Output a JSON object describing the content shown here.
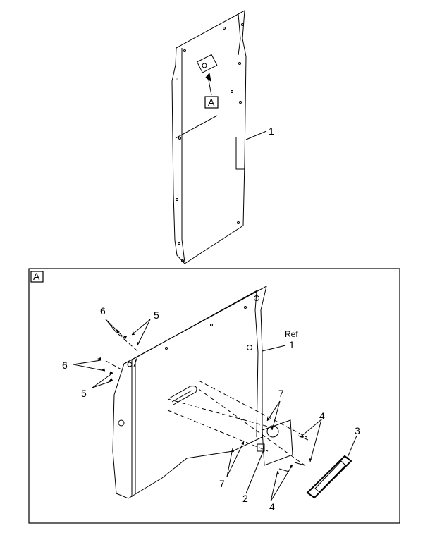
{
  "callouts": {
    "panel": "1",
    "bezel": "3",
    "switch": "2",
    "screws": "4",
    "nuts": "5",
    "washers": "6",
    "inserts": "7",
    "ref_word": "Ref",
    "ref_panel": "1"
  },
  "detail_tags": {
    "top_view": "A",
    "detail_view": "A"
  }
}
